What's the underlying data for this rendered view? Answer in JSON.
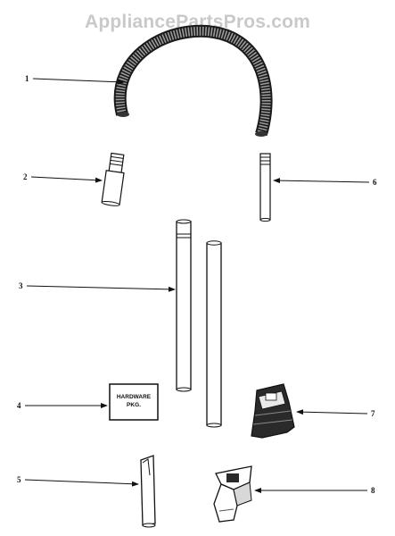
{
  "watermark": "AppliancePartsPros.com",
  "callouts": [
    "1",
    "2",
    "3",
    "4",
    "5",
    "6",
    "7",
    "8"
  ],
  "hardware_label_line1": "HARDWARE",
  "hardware_label_line2": "PKG."
}
